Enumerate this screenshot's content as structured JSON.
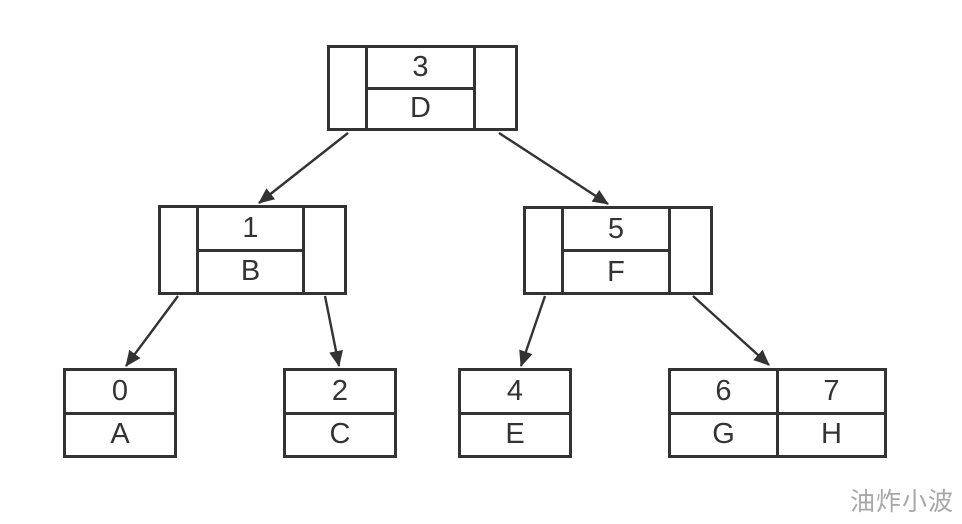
{
  "colors": {
    "stroke": "#333333",
    "text": "#333333",
    "watermark": "#a8a8a8",
    "background": "#ffffff"
  },
  "watermark": {
    "text": "油炸小波"
  },
  "diagram": {
    "type": "binary-tree-nodes",
    "root": {
      "key": "3",
      "value": "D"
    },
    "internal": [
      {
        "key": "1",
        "value": "B"
      },
      {
        "key": "5",
        "value": "F"
      }
    ],
    "leaves": [
      {
        "cells": [
          {
            "key": "0",
            "value": "A"
          }
        ]
      },
      {
        "cells": [
          {
            "key": "2",
            "value": "C"
          }
        ]
      },
      {
        "cells": [
          {
            "key": "4",
            "value": "E"
          }
        ]
      },
      {
        "cells": [
          {
            "key": "6",
            "value": "G"
          },
          {
            "key": "7",
            "value": "H"
          }
        ]
      }
    ],
    "edges": [
      {
        "from": "3",
        "side": "left",
        "to": "1"
      },
      {
        "from": "3",
        "side": "right",
        "to": "5"
      },
      {
        "from": "1",
        "side": "left",
        "to": "0"
      },
      {
        "from": "1",
        "side": "right",
        "to": "2"
      },
      {
        "from": "5",
        "side": "left",
        "to": "4"
      },
      {
        "from": "5",
        "side": "right",
        "to": "6,7"
      }
    ]
  }
}
